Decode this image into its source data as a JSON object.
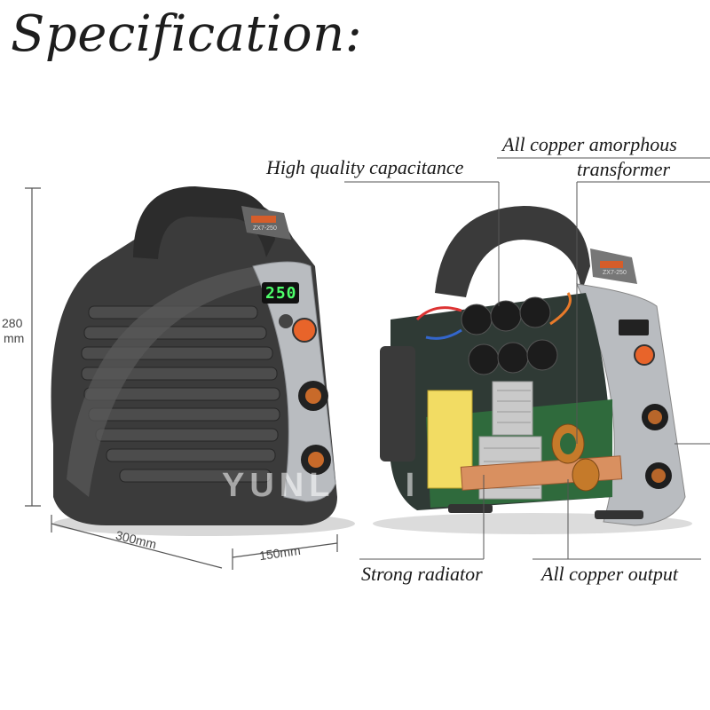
{
  "heading": "Specification:",
  "dimensions": {
    "height": "280",
    "height_unit": "mm",
    "width": "300mm",
    "depth": "150mm"
  },
  "display_reading": "250",
  "model_text": "ZX7-250",
  "watermark": "YUNLINLI",
  "callouts": {
    "capacitance": "High quality capacitance",
    "transformer_line1": "All copper amorphous",
    "transformer_line2": "transformer",
    "radiator": "Strong radiator",
    "output": "All copper output"
  },
  "colors": {
    "body": "#3a3a3a",
    "panel": "#b9bcc0",
    "knob": "#e8642a",
    "lcd": "#4dff6a"
  }
}
